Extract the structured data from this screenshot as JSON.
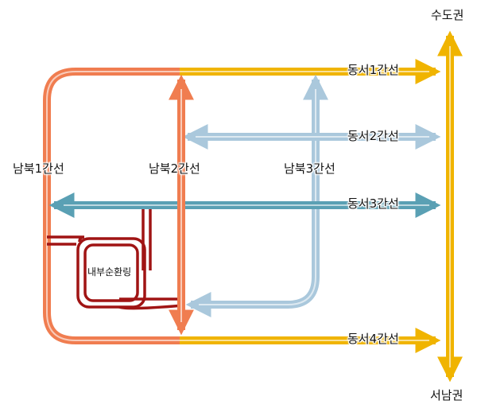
{
  "labels": {
    "north_region": "수도권",
    "south_region": "서남권",
    "ew1": "동서1간선",
    "ew2": "동서2간선",
    "ew3": "동서3간선",
    "ew4": "동서4간선",
    "ns1": "남북1간선",
    "ns2": "남북2간선",
    "ns3": "남북3간선",
    "inner_ring": "내부순환링"
  },
  "colors": {
    "ns1": "#f07d50",
    "ns2": "#f07d50",
    "ns3": "#aac8dc",
    "ew1": "#f0b400",
    "ew2": "#aac8dc",
    "ew3": "#5aa0b4",
    "ew4": "#f0b400",
    "inner_ring": "#a01414",
    "spine": "#f0b400"
  }
}
